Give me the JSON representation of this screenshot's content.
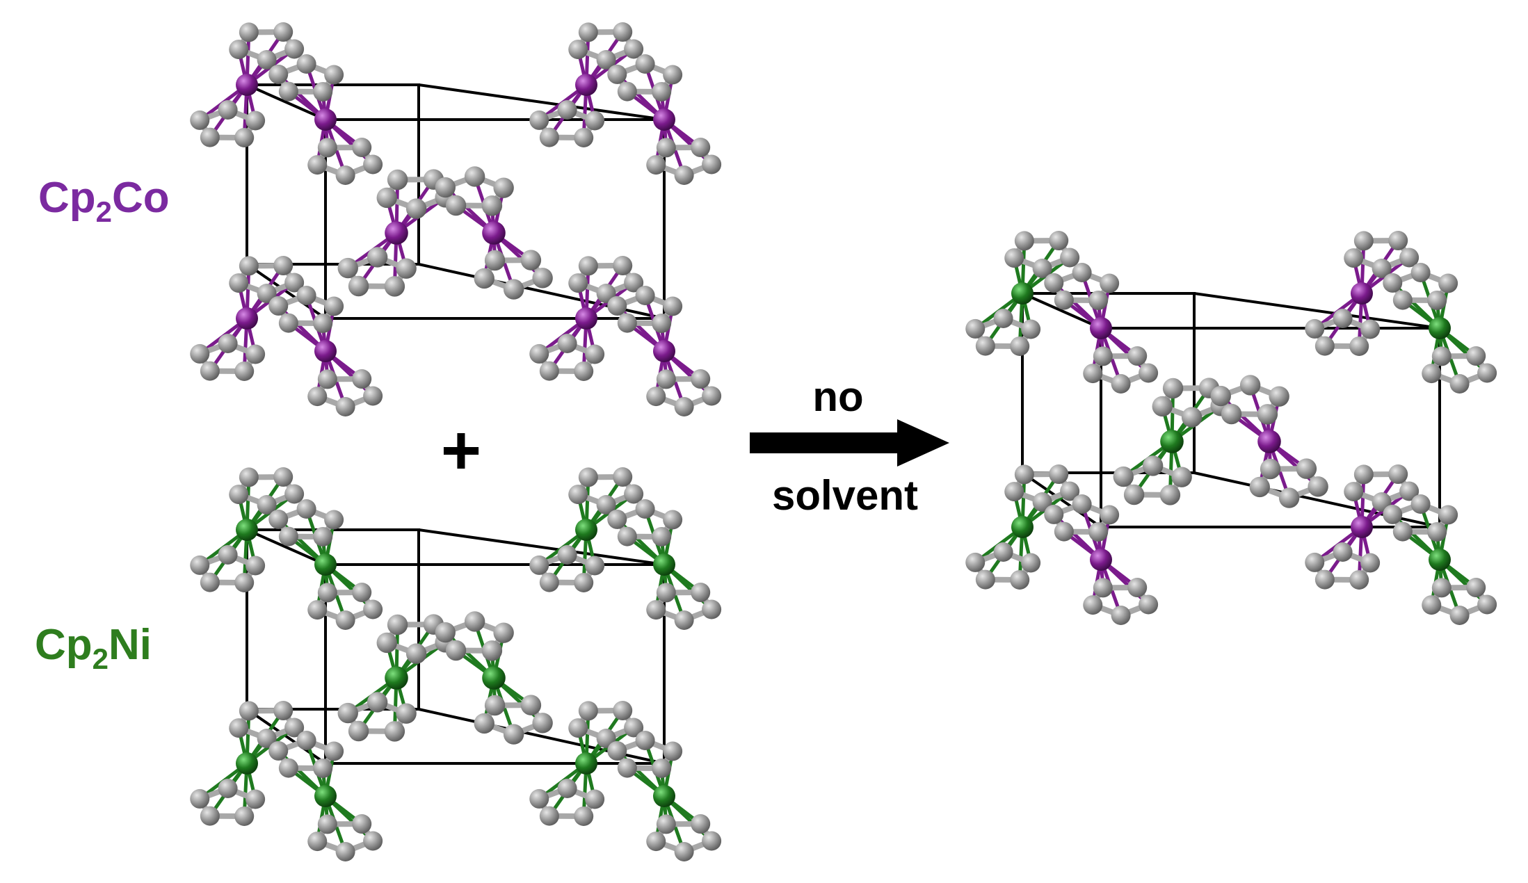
{
  "labels": {
    "cobaltocene": {
      "prefix": "Cp",
      "sub": "2",
      "metal": "Co"
    },
    "nickelocene": {
      "prefix": "Cp",
      "sub": "2",
      "metal": "Ni"
    },
    "plus": "+",
    "arrow_top": "no",
    "arrow_bottom": "solvent"
  },
  "colors": {
    "cobalt": "#7b1b8c",
    "nickel": "#1f7a1f",
    "label_cobalt": "#7b2aa0",
    "label_nickel": "#2e7d1e",
    "carbon": "#8f8f8f",
    "bond": "#a8a8a8",
    "cell_edge": "#000000"
  },
  "structures": [
    {
      "id": "cp2co-cell",
      "metals": [
        "co",
        "co",
        "co",
        "co",
        "co",
        "co",
        "co",
        "co",
        "co",
        "co"
      ]
    },
    {
      "id": "cp2ni-cell",
      "metals": [
        "ni",
        "ni",
        "ni",
        "ni",
        "ni",
        "ni",
        "ni",
        "ni",
        "ni",
        "ni"
      ]
    },
    {
      "id": "mixed-cell",
      "metals": [
        "ni",
        "co",
        "co",
        "ni",
        "ni",
        "co",
        "co",
        "ni",
        "ni",
        "co"
      ]
    }
  ]
}
